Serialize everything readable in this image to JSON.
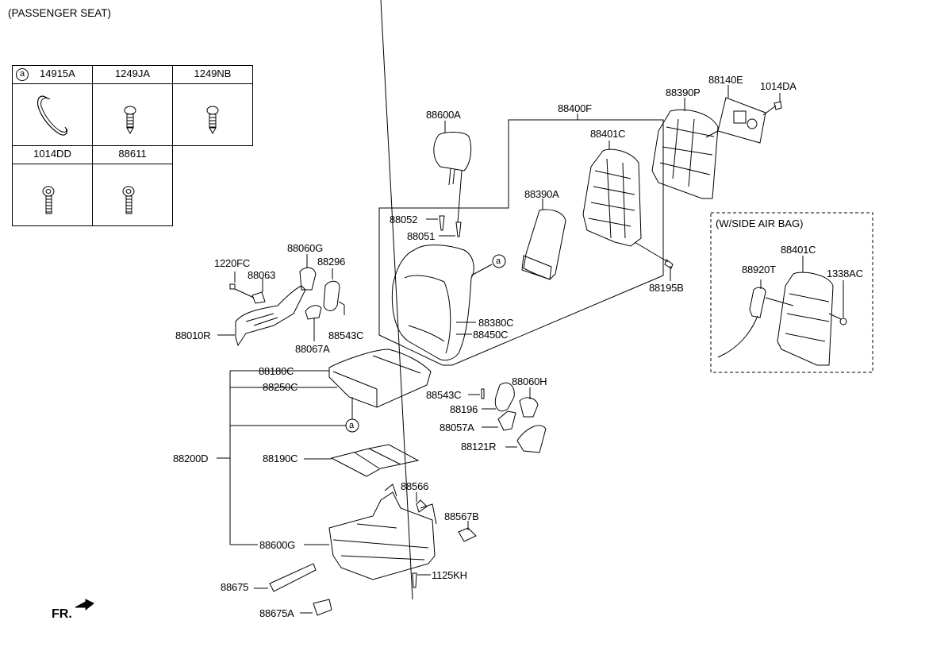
{
  "title": "(PASSENGER SEAT)",
  "legend_table": {
    "rows": [
      [
        {
          "marker": "a",
          "part": "14915A",
          "icon": "wire-clip-icon"
        },
        {
          "part": "1249JA",
          "icon": "tapping-screw-icon"
        },
        {
          "part": "1249NB",
          "icon": "tapping-screw-icon"
        }
      ],
      [
        {
          "part": "1014DD",
          "icon": "flange-bolt-icon"
        },
        {
          "part": "88611",
          "icon": "flange-bolt-icon"
        }
      ]
    ]
  },
  "callouts": {
    "c88600A": "88600A",
    "c88400F": "88400F",
    "c88401C": "88401C",
    "c88390A": "88390A",
    "c88052": "88052",
    "c88051": "88051",
    "c88380C": "88380C",
    "c88450C": "88450C",
    "c88195B": "88195B",
    "c88390P": "88390P",
    "c88140E": "88140E",
    "c1014DA": "1014DA",
    "c88060G": "88060G",
    "c1220FC": "1220FC",
    "c88063": "88063",
    "c88296": "88296",
    "c88010R": "88010R",
    "c88543C_top": "88543C",
    "c88067A": "88067A",
    "c88180C": "88180C",
    "c88250C": "88250C",
    "c88200D": "88200D",
    "c88190C": "88190C",
    "c88543C_right": "88543C",
    "c88060H": "88060H",
    "c88196": "88196",
    "c88057A": "88057A",
    "c88121R": "88121R",
    "c88566": "88566",
    "c88567B": "88567B",
    "c88600G": "88600G",
    "c1125KH": "1125KH",
    "c88675": "88675",
    "c88675A": "88675A"
  },
  "markers": {
    "a": "a"
  },
  "airbag_box": {
    "title": "(W/SIDE AIR BAG)",
    "c88401C": "88401C",
    "c88920T": "88920T",
    "c1338AC": "1338AC"
  },
  "front_indicator": "FR."
}
